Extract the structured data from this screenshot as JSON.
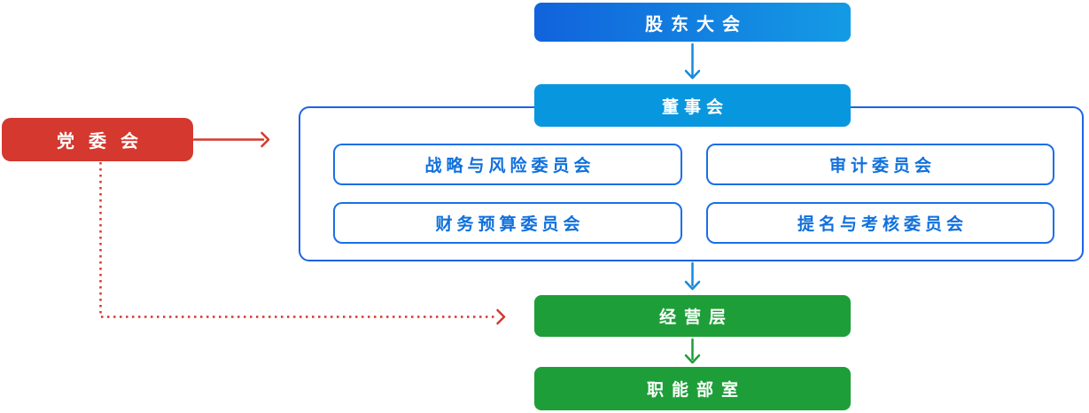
{
  "diagram": {
    "type": "org-chart",
    "nodes": {
      "shareholders": {
        "label": "股东大会"
      },
      "board": {
        "label": "董事会"
      },
      "party": {
        "label": "党委会"
      },
      "management": {
        "label": "经营层"
      },
      "departments": {
        "label": "职能部室"
      }
    },
    "committees": [
      {
        "label": "战略与风险委员会"
      },
      {
        "label": "审计委员会"
      },
      {
        "label": "财务预算委员会"
      },
      {
        "label": "提名与考核委员会"
      }
    ],
    "edges": [
      {
        "from": "股东大会",
        "to": "董事会",
        "style": "solid-arrow",
        "color": "#168BDD"
      },
      {
        "from": "董事会",
        "to": "经营层",
        "style": "solid-arrow",
        "color": "#168BDD"
      },
      {
        "from": "经营层",
        "to": "职能部室",
        "style": "solid-arrow",
        "color": "#1E9E38"
      },
      {
        "from": "党委会",
        "to": "董事会",
        "style": "solid-arrow",
        "color": "#D4382E"
      },
      {
        "from": "党委会",
        "to": "经营层",
        "style": "dotted-arrow",
        "color": "#D4382E"
      }
    ],
    "colors": {
      "shareholders_gradient_start": "#1163DC",
      "shareholders_gradient_end": "#149BE4",
      "board_blue": "#0897DE",
      "committee_border_blue": "#1A6FE8",
      "committee_text_blue": "#1070DC",
      "group_border_blue": "#1E62E6",
      "green": "#1E9E38",
      "red": "#D4382E",
      "white": "#FFFFFF"
    }
  }
}
